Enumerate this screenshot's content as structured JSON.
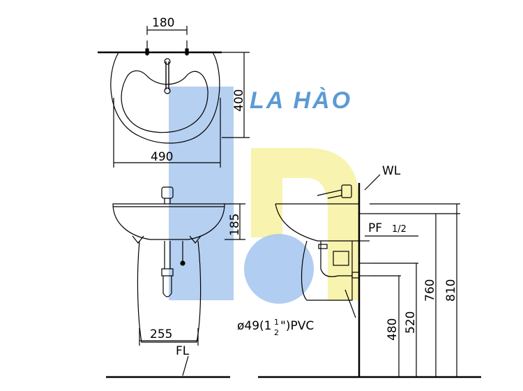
{
  "watermark": {
    "text": "LA HÀO",
    "text_color": "#5b9bd5",
    "blue": "#a9c8ef",
    "yellow": "#f7f2a5"
  },
  "top_view": {
    "faucet_hole_spacing": "180",
    "depth": "400",
    "width": "490"
  },
  "front_view": {
    "basin_height": "185",
    "pedestal_width": "255",
    "floor_label": "FL"
  },
  "side_view": {
    "wall_label": "WL",
    "pf_label": "PF",
    "pf_size": "1/2",
    "trap_prefix": "ø49(1",
    "trap_num": "1",
    "trap_den": "2",
    "trap_suffix": "\")PVC",
    "heights": [
      "480",
      "520",
      "760",
      "810"
    ]
  },
  "colors": {
    "line": "#000000",
    "background": "#ffffff"
  }
}
